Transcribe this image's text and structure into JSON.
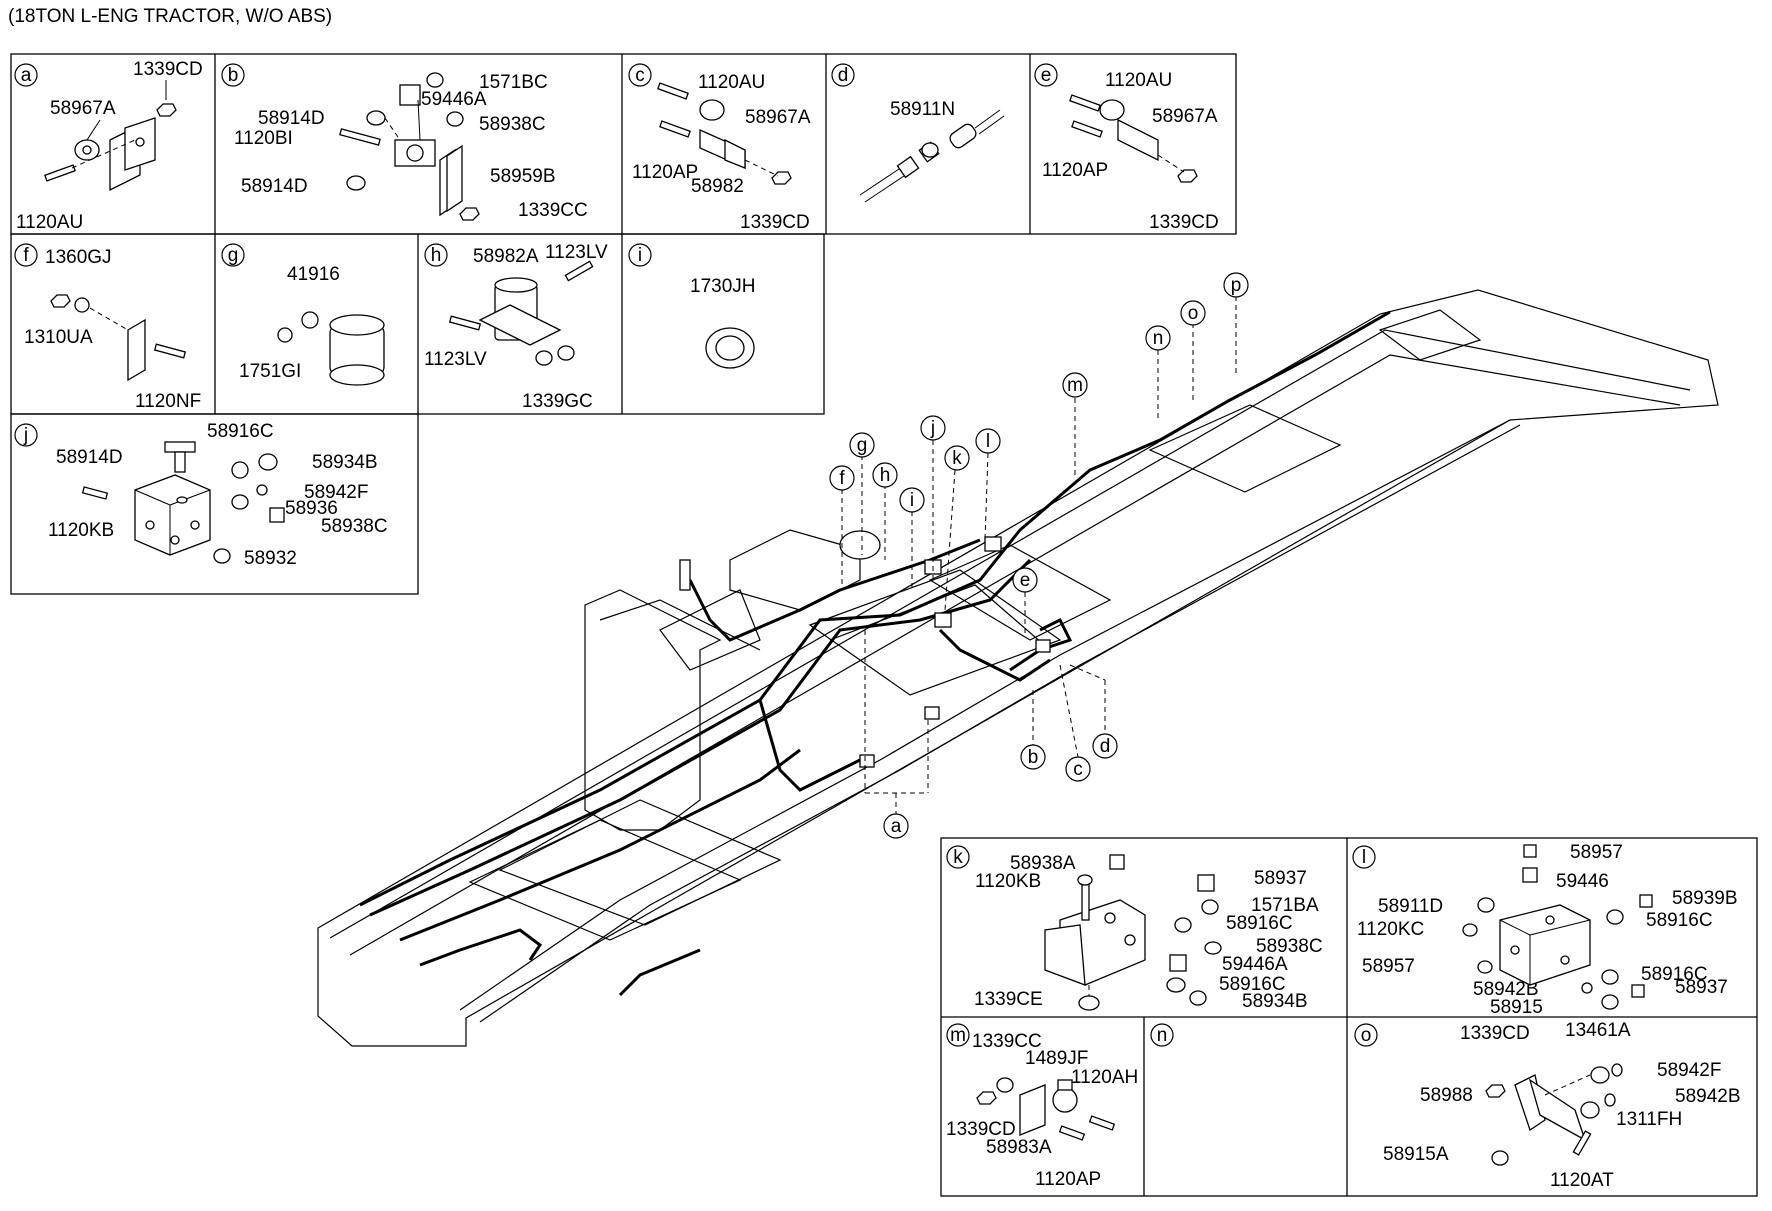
{
  "title": "(18TON  L-ENG TRACTOR, W/O ABS)",
  "panels": {
    "a": {
      "letter": "a",
      "labels": [
        "1339CD",
        "58967A",
        "1120AU"
      ]
    },
    "b": {
      "letter": "b",
      "labels": [
        "1571BC",
        "59446A",
        "58914D",
        "1120BI",
        "58938C",
        "58914D",
        "58959B",
        "1339CC"
      ]
    },
    "c": {
      "letter": "c",
      "labels": [
        "1120AU",
        "58967A",
        "1120AP",
        "58982",
        "1339CD"
      ]
    },
    "d": {
      "letter": "d",
      "labels": [
        "58911N"
      ]
    },
    "e": {
      "letter": "e",
      "labels": [
        "1120AU",
        "58967A",
        "1120AP",
        "1339CD"
      ]
    },
    "f": {
      "letter": "f",
      "labels": [
        "1360GJ",
        "1310UA",
        "1120NF"
      ]
    },
    "g": {
      "letter": "g",
      "labels": [
        "41916",
        "1751GI"
      ]
    },
    "h": {
      "letter": "h",
      "labels": [
        "58982A",
        "1123LV",
        "1123LV",
        "1339GC"
      ]
    },
    "i": {
      "letter": "i",
      "labels": [
        "1730JH"
      ]
    },
    "j": {
      "letter": "j",
      "labels": [
        "58916C",
        "58914D",
        "58934B",
        "58942F",
        "58936",
        "1120KB",
        "58938C",
        "58932"
      ]
    },
    "k": {
      "letter": "k",
      "labels": [
        "58938A",
        "1120KB",
        "58937",
        "1571BA",
        "58916C",
        "58938C",
        "59446A",
        "58916C",
        "1339CE",
        "58934B"
      ]
    },
    "l": {
      "letter": "l",
      "labels": [
        "58957",
        "59446",
        "58939B",
        "58911D",
        "58916C",
        "1120KC",
        "58957",
        "58916C",
        "58942B",
        "58937",
        "58915"
      ]
    },
    "m": {
      "letter": "m",
      "labels": [
        "1339CC",
        "1489JF",
        "1120AH",
        "1339CD",
        "58983A",
        "1120AP"
      ]
    },
    "n": {
      "letter": "n",
      "labels": []
    },
    "o": {
      "letter": "o",
      "labels": [
        "1339CD",
        "13461A",
        "58942F",
        "58988",
        "58942B",
        "1311FH",
        "58915A",
        "1120AT"
      ]
    }
  },
  "callouts": [
    "a",
    "b",
    "c",
    "d",
    "e",
    "f",
    "g",
    "h",
    "i",
    "j",
    "k",
    "l",
    "m",
    "n",
    "o",
    "p"
  ]
}
